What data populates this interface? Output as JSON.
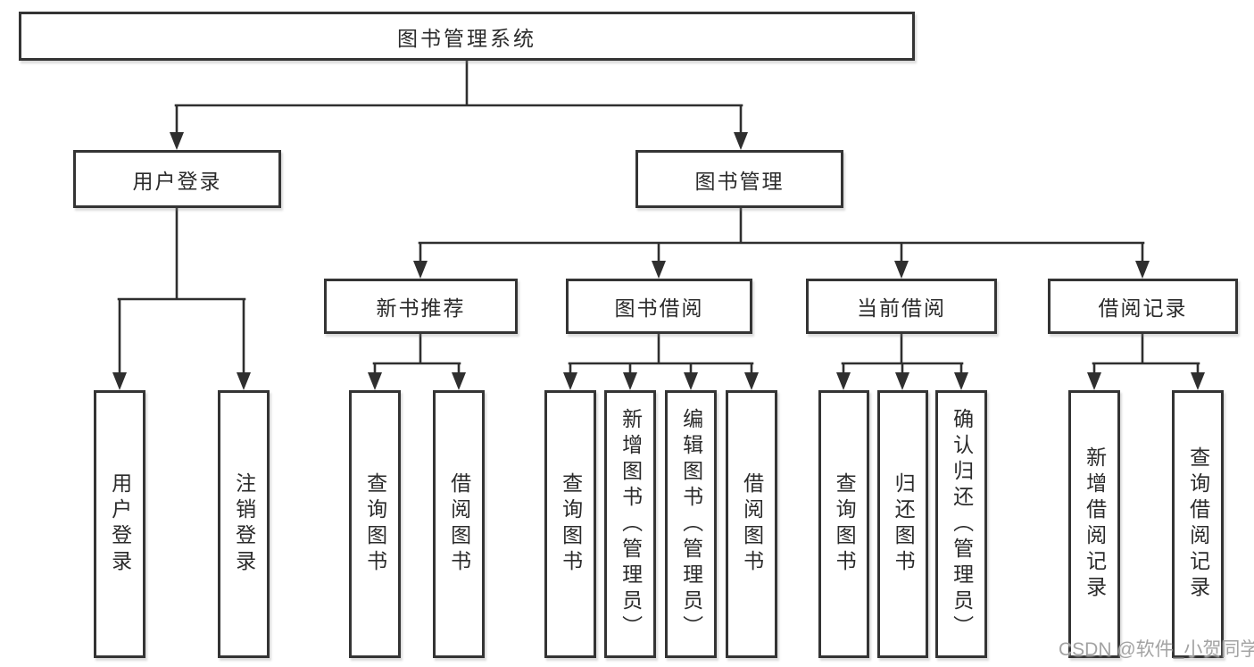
{
  "diagram": {
    "type": "tree",
    "orientation": "top-down",
    "colors": {
      "background": "#ffffff",
      "box_border": "#343434",
      "line": "#2f2f2f",
      "text": "#2b2b2b",
      "watermark_text_color": "#a3a3a3"
    },
    "watermark": "CSDN @软件_小贺同学",
    "root": {
      "label": "图书管理系统",
      "children": [
        {
          "label": "用户登录",
          "children": [
            {
              "label": "用户登录"
            },
            {
              "label": "注销登录"
            }
          ]
        },
        {
          "label": "图书管理",
          "children": [
            {
              "label": "新书推荐",
              "children": [
                {
                  "label": "查询图书"
                },
                {
                  "label": "借阅图书"
                }
              ]
            },
            {
              "label": "图书借阅",
              "children": [
                {
                  "label": "查询图书"
                },
                {
                  "label": "新增图书（管理员）"
                },
                {
                  "label": "编辑图书（管理员）"
                },
                {
                  "label": "借阅图书"
                }
              ]
            },
            {
              "label": "当前借阅",
              "children": [
                {
                  "label": "查询图书"
                },
                {
                  "label": "归还图书"
                },
                {
                  "label": "确认归还（管理员）"
                }
              ]
            },
            {
              "label": "借阅记录",
              "children": [
                {
                  "label": "新增借阅记录"
                },
                {
                  "label": "查询借阅记录"
                }
              ]
            }
          ]
        }
      ]
    }
  }
}
